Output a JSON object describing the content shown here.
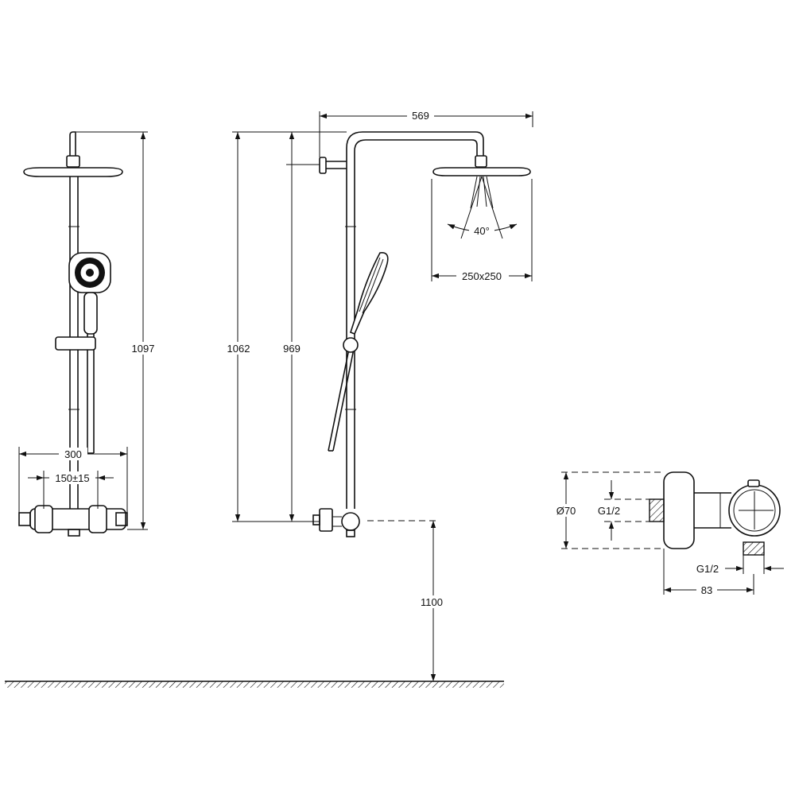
{
  "labels": {
    "total_height": "1097",
    "bar_width": "300",
    "inlet_spacing": "150±15",
    "overall_height": "1062",
    "slide_bar_height": "969",
    "arm_reach": "569",
    "spray_angle": "40°",
    "head_size": "250x250",
    "mount_height": "1100",
    "body_diameter": "Ø70",
    "inlet_thread": "G1/2",
    "outlet_thread": "G1/2",
    "body_depth": "83"
  }
}
